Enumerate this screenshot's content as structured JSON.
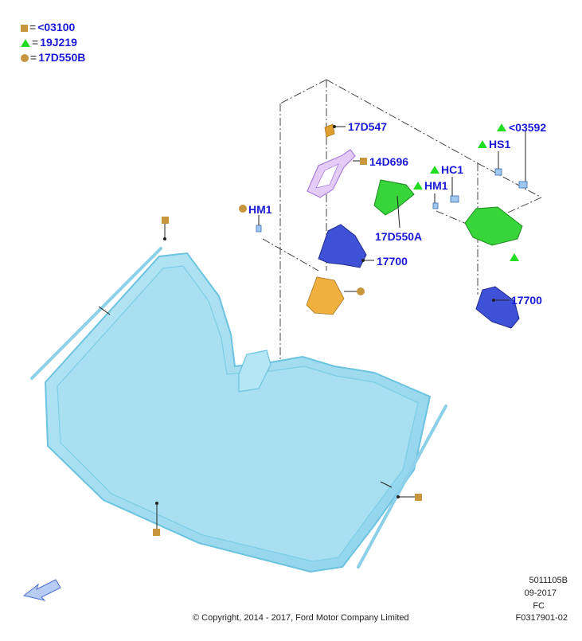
{
  "legend": [
    {
      "symbol": "square",
      "label": "<03100"
    },
    {
      "symbol": "triangle",
      "label": "19J219"
    },
    {
      "symbol": "circle",
      "label": "17D550B"
    }
  ],
  "legend_equals": "=",
  "callouts": {
    "c17d547": "17D547",
    "c14d696": "14D696",
    "hm1_left": "HM1",
    "hc1": "HC1",
    "hm1_right": "HM1",
    "c17d550a": "17D550A",
    "c17700_a": "17700",
    "c17700_b": "17700",
    "c03592": "<03592",
    "hs1": "HS1"
  },
  "footer": {
    "code": "5011105B",
    "date": "09-2017",
    "region": "FC",
    "figure": "F0317901-02",
    "copyright": "© Copyright, 2014 - 2017, Ford Motor Company Limited"
  },
  "colors": {
    "label_blue": "#1a1ad6",
    "glass_blue": "#9fdcef",
    "glass_edge": "#6cc3df",
    "sensor_green": "#37d43a",
    "mirror_blue": "#3344cc",
    "bracket_gold": "#e0a030",
    "bracket_purple": "#c8a0f0",
    "square_marker": "#c8963e",
    "triangle_marker": "#22dd22"
  },
  "icons": [
    "arrow-direction-icon"
  ]
}
